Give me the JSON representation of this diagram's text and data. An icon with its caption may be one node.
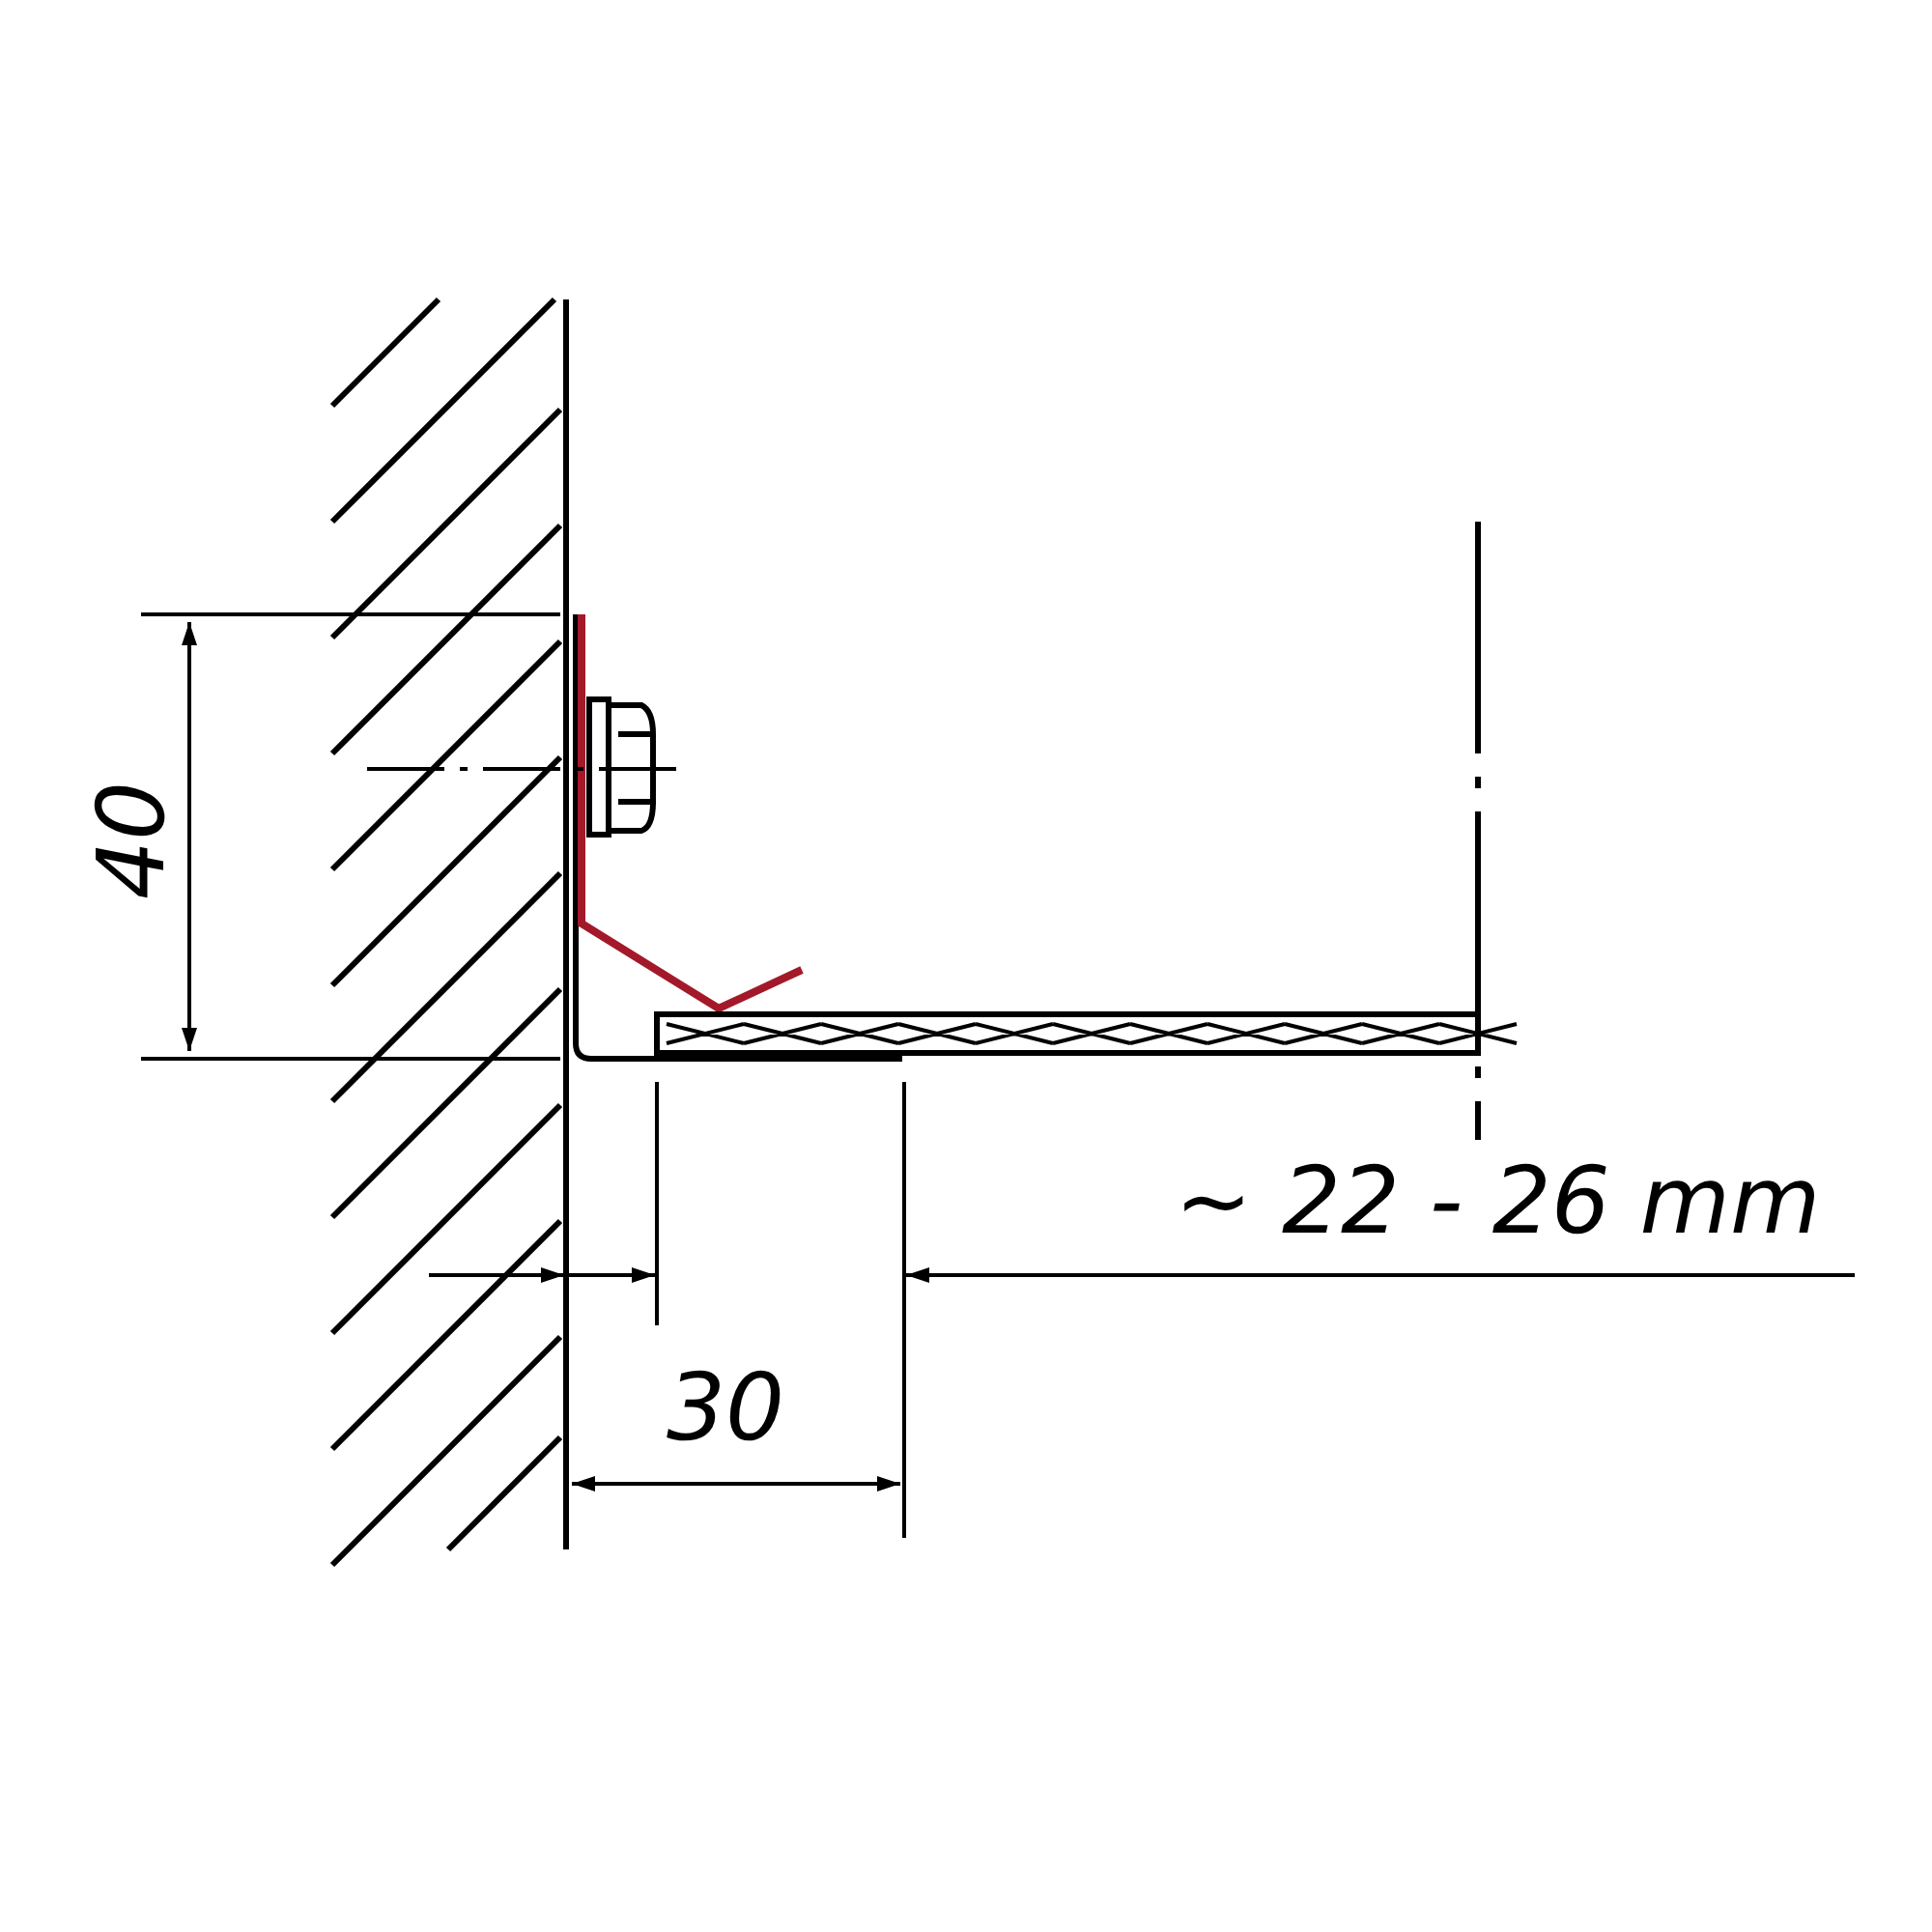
{
  "diagram": {
    "labels": [
      "40",
      "~ 22 - 26 mm",
      "30"
    ]
  }
}
